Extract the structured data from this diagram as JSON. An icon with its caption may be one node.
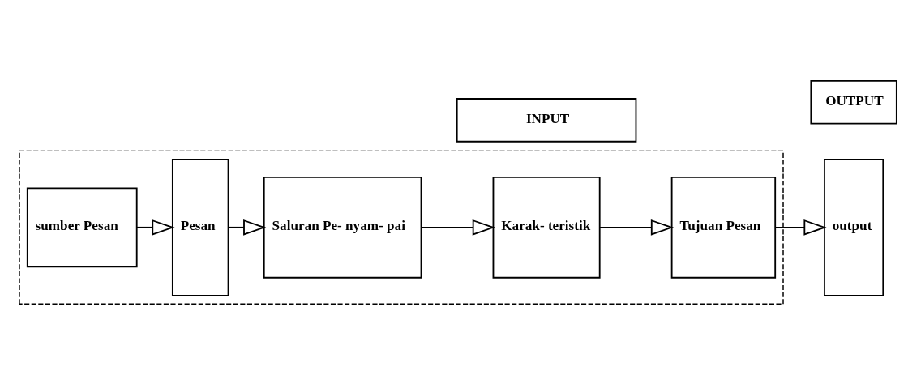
{
  "diagram": {
    "nodes": [
      {
        "text": [
          "INPUT"
        ]
      },
      {
        "text": [
          "OUTPUT"
        ]
      },
      {
        "text": [],
        "shape": "box"
      },
      {
        "text": [
          "sumber Pesan"
        ],
        "in": 2
      },
      {
        "text": [
          "Pesan"
        ],
        "in": 2
      },
      {
        "text": [
          "Saluran Pe- nyam- pai"
        ],
        "in": 2
      },
      {
        "text": [
          "Karak- teristik"
        ],
        "in": 2
      },
      {
        "text": [
          "Tujuan Pesan"
        ],
        "in": 2
      },
      {
        "text": [
          "output"
        ]
      }
    ],
    "edges": [
      {
        "from": 3,
        "to": 4,
        "arrow": "to"
      },
      {
        "from": 4,
        "to": 5,
        "arrow": "to"
      },
      {
        "from": 5,
        "to": 6,
        "arrow": "to"
      },
      {
        "from": 6,
        "to": 7,
        "arrow": "to"
      },
      {
        "from": 7,
        "to": 8,
        "arrow": "to"
      }
    ]
  }
}
